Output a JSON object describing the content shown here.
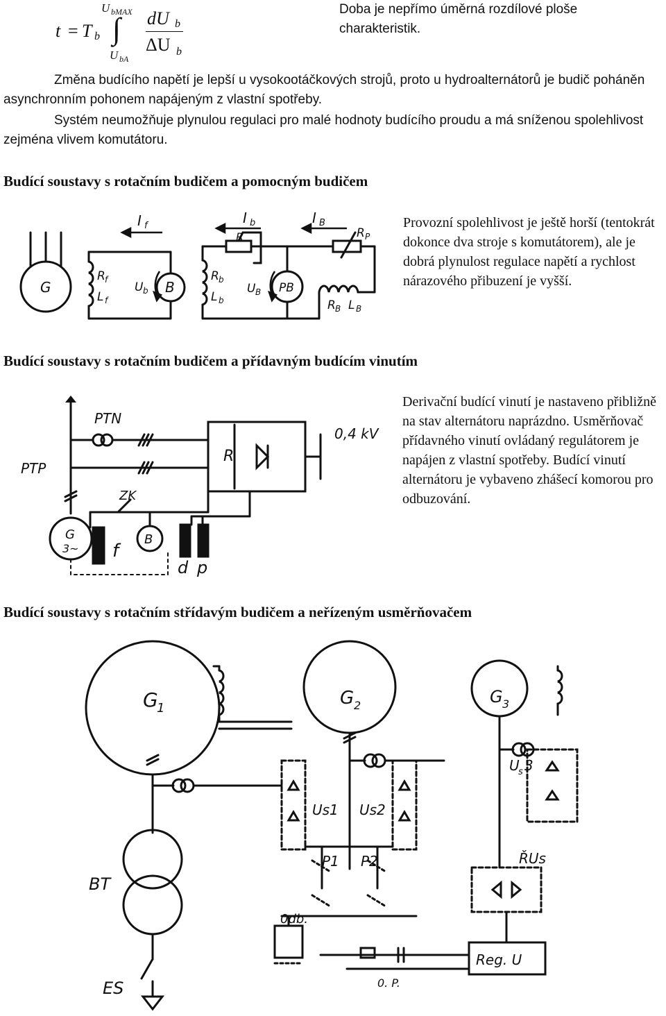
{
  "formula": {
    "lhs_t": "t",
    "lhs_eq": "=",
    "T": "T",
    "T_sub": "b",
    "upper_limit": "U",
    "upper_limit_sub": "bMAX",
    "lower_limit": "U",
    "lower_limit_sub": "bA",
    "integral": "∫",
    "numerator": "dU",
    "numerator_sub": "b",
    "denominator": "ΔU",
    "denominator_sub": "b"
  },
  "formula_note": "Doba je nepřímo úměrná rozdílové ploše charakteristik.",
  "paragraph1": "Změna budícího napětí je lepší u vysokootáčkových strojů, proto u hydroalternátorů je budič poháněn asynchronním pohonem napájeným z vlastní spotřeby.",
  "paragraph2": "Systém neumožňuje plynulou regulaci pro malé hodnoty budícího proudu a má sníženou spolehlivost zejména vlivem komutátoru.",
  "section1": {
    "heading": "Budící soustavy s rotačním budičem a pomocným budičem",
    "text": "Provozní spolehlivost je ještě horší (tentokrát dokonce dva stroje s komutátorem), ale je dobrá plynulost regulace napětí a rychlost nárazového přibuzení je vyšší.",
    "diagram_labels": {
      "G": "G",
      "B": "B",
      "PB": "PB",
      "If": "I",
      "If_sub": "f",
      "Ib": "I",
      "Ib_sub": "b",
      "IB": "I",
      "IB_sub": "B",
      "R": "R",
      "Rp": "R",
      "Rp_sub": "P",
      "Rf": "R",
      "Rf_sub": "f",
      "Lf": "L",
      "Lf_sub": "f",
      "Rb": "R",
      "Rb_sub": "b",
      "Lb": "L",
      "Lb_sub": "b",
      "Ub": "U",
      "Ub_sub": "b",
      "UB": "U",
      "UB_sub": "B",
      "RB": "R",
      "RB_sub": "B",
      "LB": "L",
      "LB_sub": "B"
    }
  },
  "section2": {
    "heading": "Budící soustavy s rotačním budičem a přídavným budícím vinutím",
    "text": "Derivační budící vinutí je nastaveno přibližně na stav alternátoru naprázdno. Usměrňovač přídavného vinutí ovládaný regulátorem je napájen z vlastní spotřeby. Budící vinutí alternátoru je vybaveno zhášecí komorou pro odbuzování.",
    "diagram_labels": {
      "PTN": "PTN",
      "PTP": "PTP",
      "R": "R",
      "voltage": "0,4 kV",
      "ZK": "ZK",
      "G": "G",
      "G_phase": "3~",
      "f": "f",
      "B": "B",
      "d": "d",
      "p": "p"
    }
  },
  "section3": {
    "heading": "Budící soustavy s rotačním střídavým budičem a neřízeným usměrňovačem",
    "diagram_labels": {
      "G1": "G",
      "G1_sub": "1",
      "G2": "G",
      "G2_sub": "2",
      "G3": "G",
      "G3_sub": "3",
      "Us1": "Us1",
      "Us2": "Us2",
      "Us3": "U",
      "Us3_sub": "s",
      "Us3_num": "3",
      "P1": "P1",
      "P2": "P2",
      "RUs": "ŘUs",
      "BT": "BT",
      "ES": "ES",
      "Odb": "0db.",
      "OP": "0. P.",
      "Reg": "Reg. U"
    }
  }
}
